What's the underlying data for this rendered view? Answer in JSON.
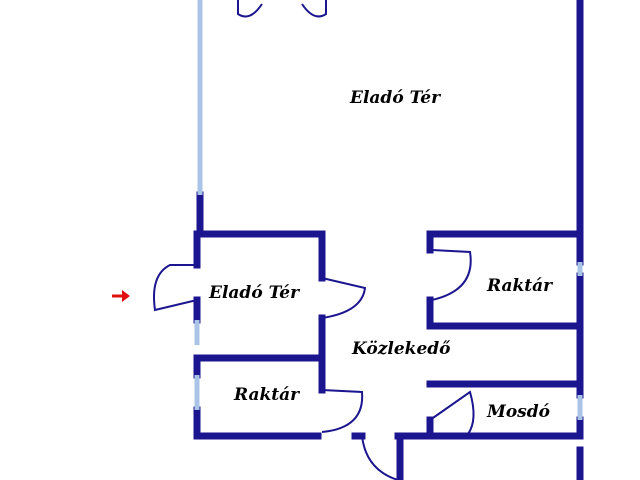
{
  "colors": {
    "wall": "#1b168f",
    "window": "#a9c4e6",
    "door": "#1b168f",
    "arrow": "#e01010",
    "background": "#ffffff"
  },
  "rooms": [
    {
      "id": "sales-main",
      "label": "Eladó Tér"
    },
    {
      "id": "sales-small",
      "label": "Eladó Tér"
    },
    {
      "id": "storage-top",
      "label": "Raktár"
    },
    {
      "id": "corridor",
      "label": "Közlekedő"
    },
    {
      "id": "storage-bottom",
      "label": "Raktár"
    },
    {
      "id": "restroom",
      "label": "Mosdó"
    }
  ],
  "entrance_marker": {
    "icon": "arrow-right-icon"
  }
}
